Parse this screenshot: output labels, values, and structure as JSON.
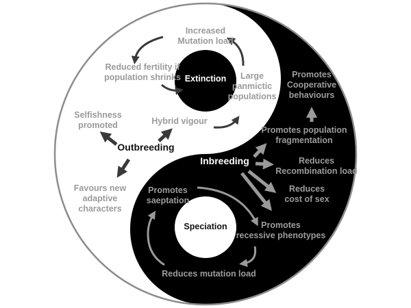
{
  "center_labels": {
    "outbreeding": "Outbreeding",
    "inbreeding": "Inbreeding",
    "extinction": "Extinction",
    "speciation": "Speciation"
  },
  "outbreeding_effects": {
    "mutation_load": "Increased\nMutation load",
    "reduced_fertility": "Reduced fertility if\npopulation shrinks",
    "panmictic": "Large\npanmictic\npopulations",
    "selfishness": "Selfishness\npromoted",
    "hybrid_vigour": "Hybrid vigour",
    "new_characters": "Favours new\nadaptive\ncharacters"
  },
  "inbreeding_effects": {
    "cooperative": "Promotes\nCooperative\nbehaviours",
    "fragmentation": "Promotes population\nfragmentation",
    "recombination": "Reduces\nRecombination load",
    "cost_of_sex": "Reduces\ncost of sex",
    "saeptation": "Promotes\nsaeptation",
    "recessive": "Promotes\nrecessive phenotypes",
    "mutation_load": "Reduces mutation load"
  },
  "colors": {
    "black": "#000000",
    "white": "#ffffff",
    "outline": "#8c8c8c",
    "dark_arrow": "#3a3a3a",
    "light_arrow": "#9a9a9a"
  }
}
